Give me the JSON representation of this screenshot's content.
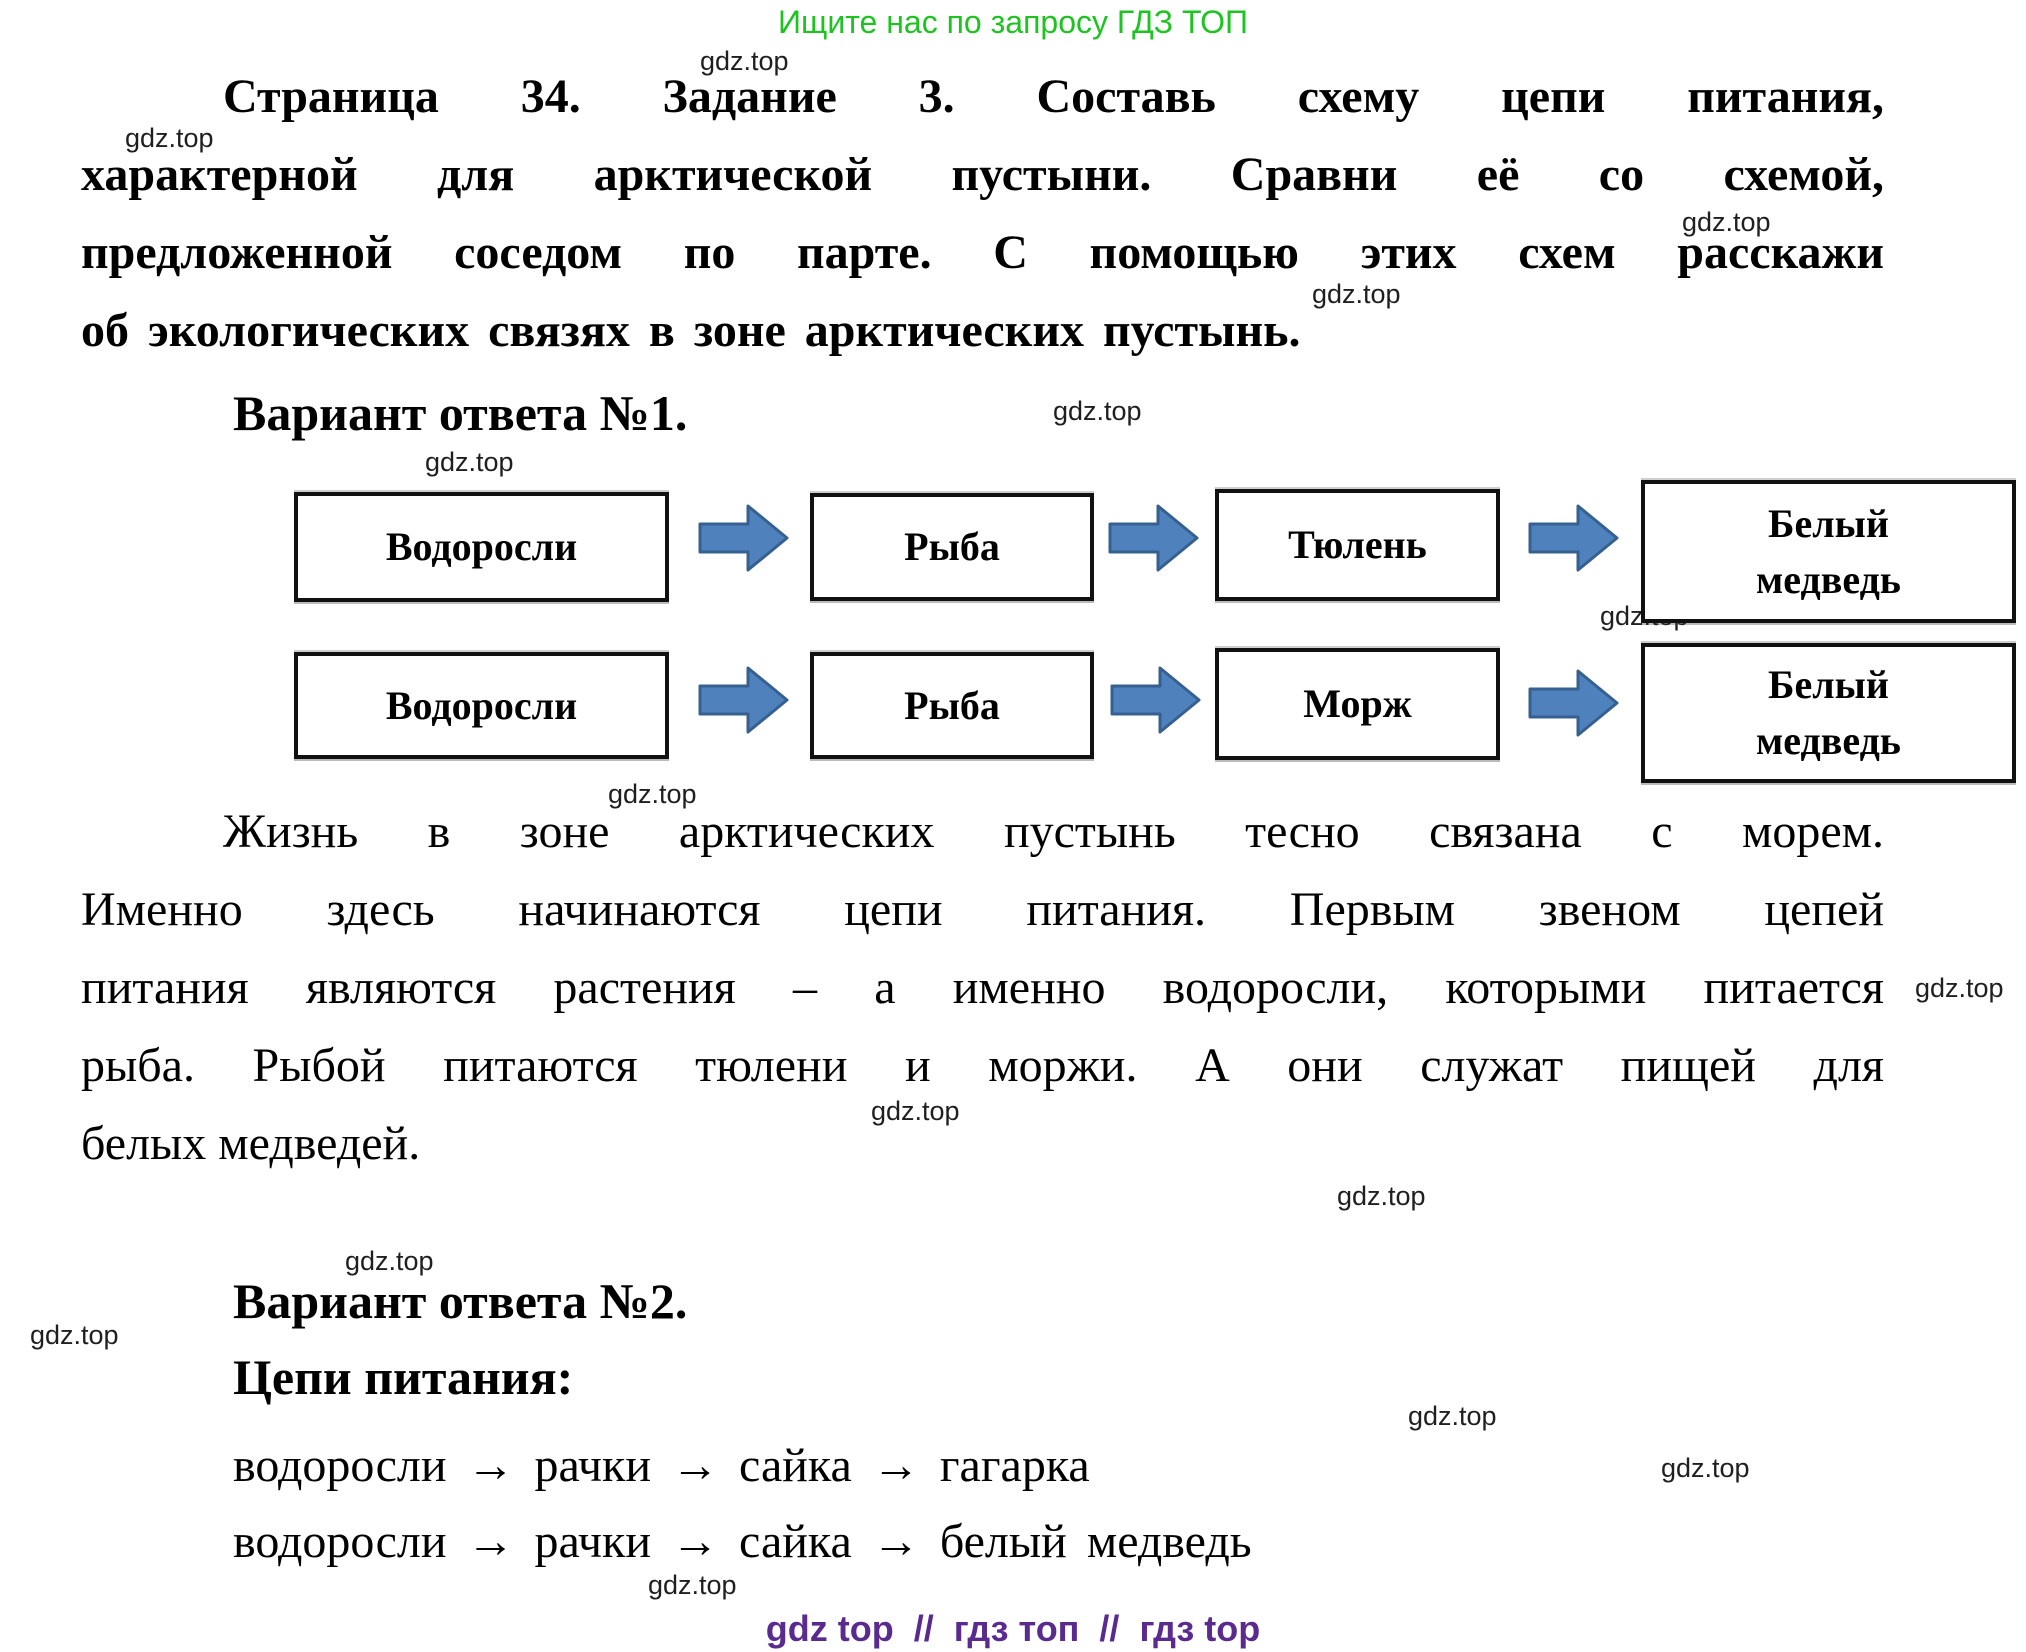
{
  "promo": {
    "text": "Ищите нас по запросу ГДЗ ТОП"
  },
  "watermark": {
    "label": "gdz.top"
  },
  "task": {
    "lines": [
      "Страница 34. Задание 3. Составь схему цепи питания,",
      "характерной для арктической пустыни. Сравни её со схемой,",
      "предложенной соседом по парте. С помощью этих схем расскажи",
      "об экологических связях в зоне арктических пустынь."
    ]
  },
  "answer1": {
    "title": "Вариант ответа №1.",
    "chains": [
      {
        "items": [
          "Водоросли",
          "Рыба",
          "Тюлень",
          "Белый медведь"
        ]
      },
      {
        "items": [
          "Водоросли",
          "Рыба",
          "Морж",
          "Белый медведь"
        ]
      }
    ]
  },
  "explanation": {
    "lines": [
      "Жизнь в зоне арктических пустынь тесно связана с морем.",
      "Именно здесь начинаются цепи питания. Первым звеном цепей",
      "питания являются растения – а именно водоросли, которыми питается",
      "рыба. Рыбой питаются тюлени и моржи. А они служат пищей для",
      "белых медведей."
    ]
  },
  "answer2": {
    "title": "Вариант ответа №2.",
    "subtitle": "Цепи питания:",
    "chains": [
      "водоросли → рачки → сайка → гагарка",
      "водоросли → рачки → сайка → белый медведь"
    ]
  },
  "footer": {
    "text": "gdz top  //  гдз топ  //  гдз top"
  },
  "colors": {
    "promo_green": "#1dc421",
    "footer_purple": "#5b2a8e",
    "arrow_fill": "#4f81bd",
    "arrow_stroke": "#36608f",
    "box_border": "#111111",
    "text": "#000000"
  }
}
